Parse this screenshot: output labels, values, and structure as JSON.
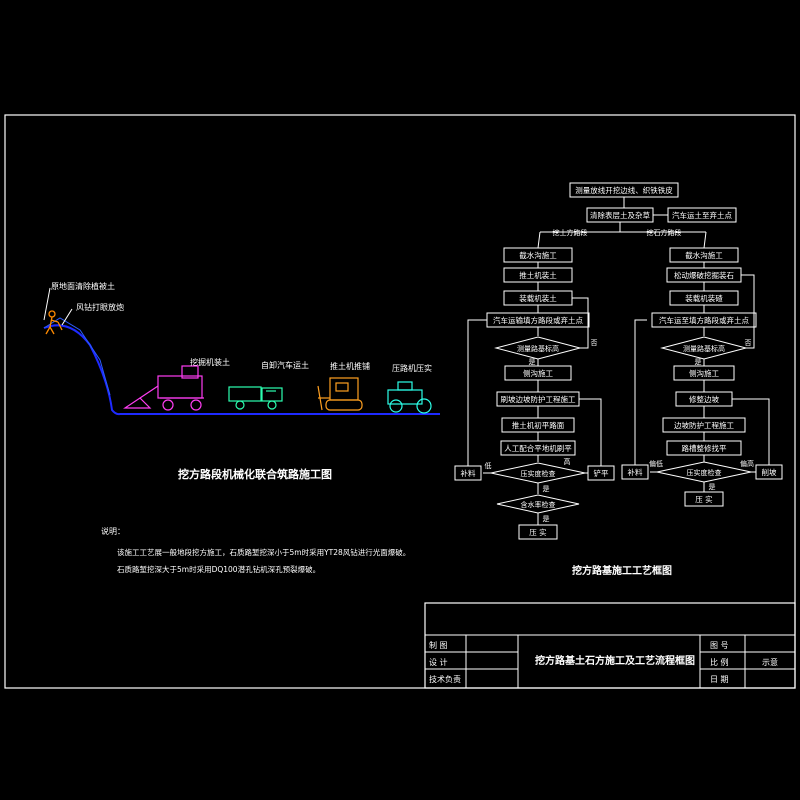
{
  "colors": {
    "background": "#000000",
    "line": "#ffffff",
    "ground": "#1e2aff",
    "excavator": "#ff3df2",
    "dump_truck": "#2cffb0",
    "bulldozer": "#ffa020",
    "roller": "#2cffe8",
    "worker": "#ff8a00",
    "slope": "#2b5cff",
    "yellow_text": "#ffe400"
  },
  "left_figure": {
    "title": "挖方路段机械化联合筑路施工图",
    "labels": {
      "clearing": "原地面清除植被土",
      "drill": "风钻打眼放炮",
      "excavator": "挖掘机装土",
      "truck": "自卸汽车运土",
      "dozer": "推土机推铺",
      "roller": "压路机压实"
    }
  },
  "notes": {
    "heading": "说明：",
    "line1": "该施工工艺展一般地段挖方施工，石质路堑挖深小于5m时采用YT28风钻进行光面爆破。",
    "line2": "石质路堑挖深大于5m时采用DQ100潜孔钻机深孔预裂爆破。"
  },
  "flowchart": {
    "title": "挖方路基施工工艺框图",
    "top": "测量放线开挖边线、织铁铁皮",
    "clear": "清除表层土及杂草",
    "clear_side": "汽车运土至弃土点",
    "branch_left": "挖土方路段",
    "branch_right": "挖石方路段",
    "left": {
      "s1": "截水沟施工",
      "s2": "推土机装土",
      "s3": "装载机装土",
      "s4": "汽车运输填方路段或弃土点",
      "d1": "测量路基标高",
      "no": "否",
      "yes": "是",
      "s5": "侧沟施工",
      "s6": "刷坡边坡防护工程施工",
      "s7": "推土机初平路面",
      "s8": "人工配合平地机刷平",
      "d2": "压实度检查",
      "low": "低",
      "high": "高",
      "fill": "补料",
      "grind": "铲平",
      "d3": "含水率检查",
      "s9": "压  实"
    },
    "right": {
      "s1": "截水沟施工",
      "s2": "松动爆破挖掘装石",
      "s3": "装载机装碴",
      "s4": "汽车运至填方路段或弃土点",
      "d1": "测量路基标高",
      "no": "否",
      "yes": "是",
      "s5": "侧沟施工",
      "s6": "修整边坡",
      "s7": "边坡防护工程施工",
      "s8": "路槽整修找平",
      "d2": "压实度检查",
      "low": "偏低",
      "high": "偏高",
      "fill": "补料",
      "grind": "削坡",
      "s9": "压  实"
    }
  },
  "title_block": {
    "drawing_title": "挖方路基土石方施工及工艺流程框图",
    "draw": "制    图",
    "design": "设    计",
    "review": "技术负责",
    "drawing_no": "图    号",
    "scale": "比    例",
    "scale_value": "示意",
    "date": "日    期"
  }
}
